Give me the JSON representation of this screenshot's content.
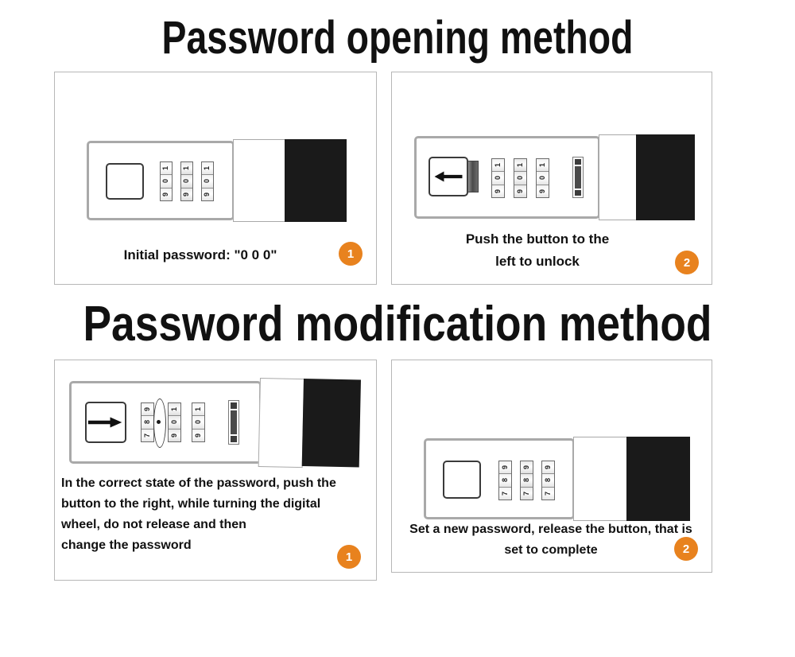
{
  "sections": [
    {
      "heading": "Password opening method",
      "panels": [
        {
          "badge": "1",
          "caption_lines": [
            "Initial password: \"0 0 0\""
          ],
          "lock": {
            "button_icon": "no-arrow",
            "dials": [
              {
                "digits": [
                  "1",
                  "0",
                  "9"
                ]
              },
              {
                "digits": [
                  "1",
                  "0",
                  "9"
                ]
              },
              {
                "digits": [
                  "1",
                  "0",
                  "9"
                ]
              }
            ],
            "has_slider": false,
            "has_rotation_indicator": false
          }
        },
        {
          "badge": "2",
          "caption_lines": [
            "Push the button to the",
            "left to unlock"
          ],
          "lock": {
            "button_icon": "arrow-left",
            "dials": [
              {
                "digits": [
                  "1",
                  "0",
                  "9"
                ]
              },
              {
                "digits": [
                  "1",
                  "0",
                  "9"
                ]
              },
              {
                "digits": [
                  "1",
                  "0",
                  "9"
                ]
              }
            ],
            "has_slider": true,
            "has_rotation_indicator": false
          }
        }
      ]
    },
    {
      "heading": "Password modification method",
      "panels": [
        {
          "badge": "1",
          "caption_lines": [
            "In the correct state of the password, push the",
            "button to the right, while turning the digital",
            "wheel, do not release and then",
            "change the password"
          ],
          "lock": {
            "button_icon": "arrow-right",
            "dials": [
              {
                "digits": [
                  "9",
                  "8",
                  "7"
                ]
              },
              {
                "digits": [
                  "1",
                  "0",
                  "9"
                ]
              },
              {
                "digits": [
                  "1",
                  "0",
                  "9"
                ]
              }
            ],
            "has_slider": true,
            "has_rotation_indicator": true
          }
        },
        {
          "badge": "2",
          "caption_lines": [
            "Set a new password, release the button, that is",
            "set to complete"
          ],
          "lock": {
            "button_icon": "no-arrow",
            "dials": [
              {
                "digits": [
                  "9",
                  "8",
                  "7"
                ]
              },
              {
                "digits": [
                  "9",
                  "8",
                  "7"
                ]
              },
              {
                "digits": [
                  "9",
                  "8",
                  "7"
                ]
              }
            ],
            "has_slider": false,
            "has_rotation_indicator": false
          }
        }
      ]
    }
  ],
  "colors": {
    "badge_orange": "#E8821E",
    "lock_outline": "#A9A9A9",
    "panel_border": "#B7B7B7",
    "tip_black": "#1A1A1A",
    "text": "#111111"
  }
}
